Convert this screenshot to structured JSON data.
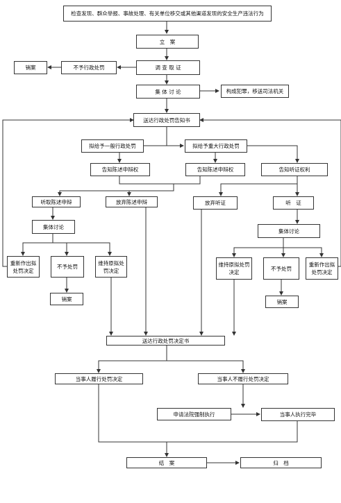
{
  "flow": {
    "start": "检查发现、群众举报、事故处理、有关单位移交或其他渠道发现的安全生产违法行为",
    "register": "立　案",
    "investigate": "调 查 取 证",
    "no_penalty_1": "不予行政处罚",
    "cancel_1": "销案",
    "discuss_1": "集 体 讨 论",
    "crime": "构成犯罪，移送司法机关",
    "notice": "送达行政处罚告知书",
    "general_penalty": "拟给予一般行政处罚",
    "major_penalty": "拟给予重大行政处罚",
    "inform_statement_1": "告知陈述申辩权",
    "inform_statement_2": "告知陈述申辩权",
    "inform_hearing": "告知听证权利",
    "hear_statement": "听取陈述申辩",
    "waive_statement": "放弃陈述申辩",
    "waive_hearing": "放弃听证",
    "hearing": "听　证",
    "discuss_2": "集体讨论",
    "discuss_3": "集体讨论",
    "redo_left": "重新作出拟处罚决定",
    "no_penalty_2": "不予处罚",
    "keep_left": "维持原拟处罚决定",
    "cancel_2": "销案",
    "keep_right": "维持原拟处罚决定",
    "no_penalty_3": "不予处罚",
    "redo_right": "重新作出拟处罚决定",
    "cancel_3": "销案",
    "decision": "送达行政处罚决定书",
    "comply": "当事人履行处罚决定",
    "not_comply": "当事人不履行处罚决定",
    "court": "申请法院强制执行",
    "done": "当事人执行完毕",
    "close": "结　案",
    "archive": "归　档"
  }
}
